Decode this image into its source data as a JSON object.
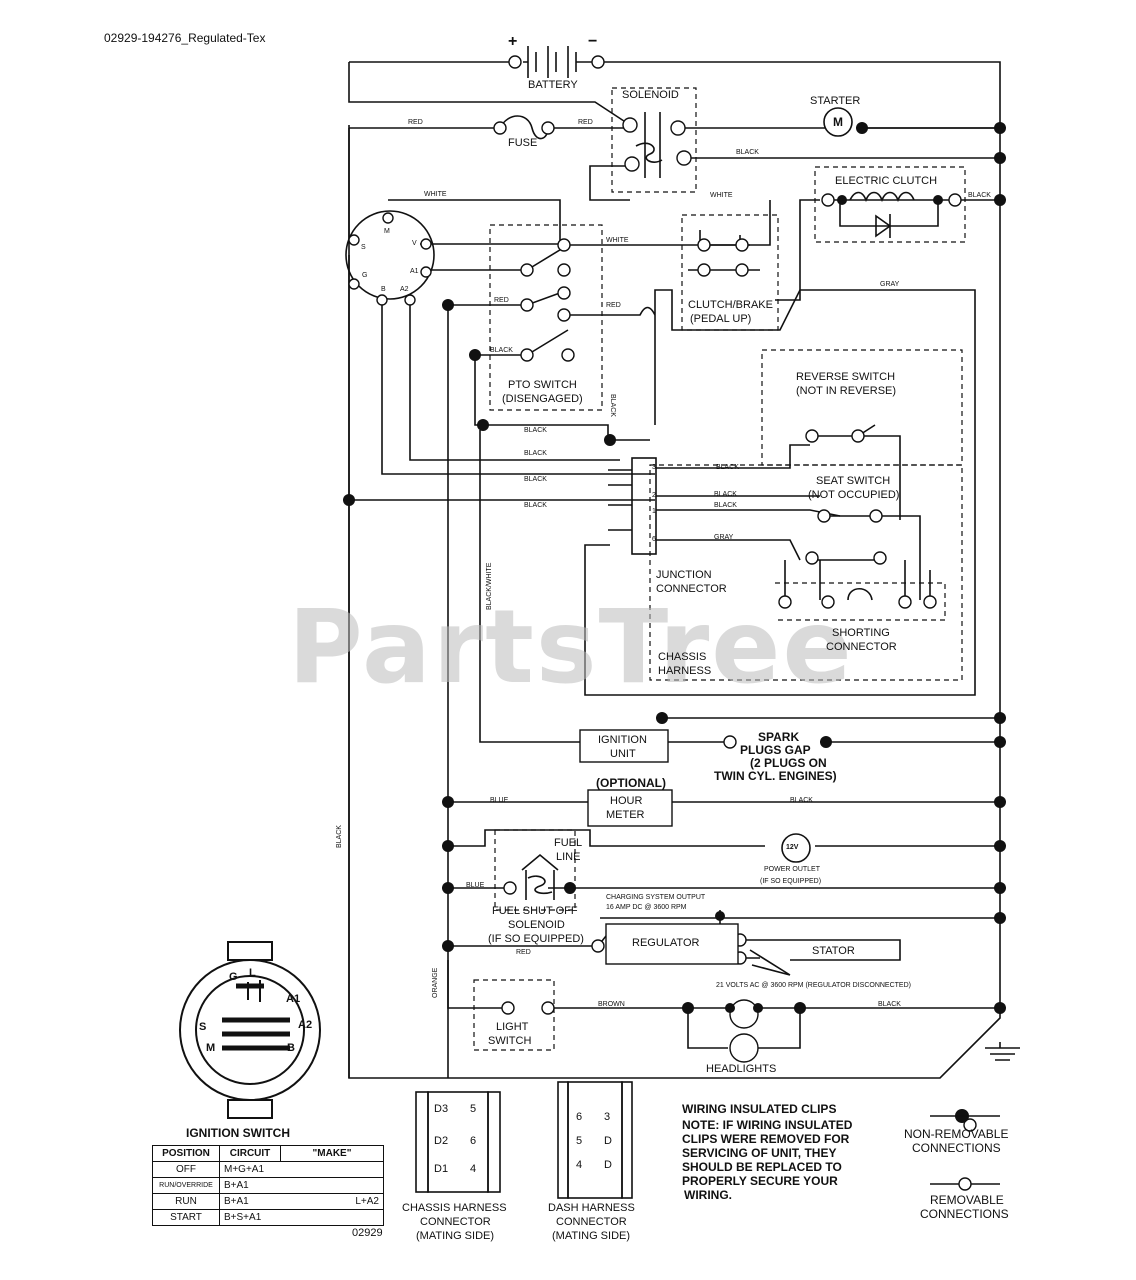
{
  "doc_id": "02929-194276_Regulated-Tex",
  "watermark": "PartsTree",
  "components": {
    "battery": "BATTERY",
    "battery_pos": "+",
    "battery_neg": "−",
    "solenoid": "SOLENOID",
    "starter": "STARTER",
    "starter_motor": "M",
    "fuse": "FUSE",
    "electric_clutch": "ELECTRIC CLUTCH",
    "clutch_brake_1": "CLUTCH/BRAKE",
    "clutch_brake_2": "(PEDAL UP)",
    "pto_switch_1": "PTO SWITCH",
    "pto_switch_2": "(DISENGAGED)",
    "reverse_switch_1": "REVERSE SWITCH",
    "reverse_switch_2": "(NOT IN REVERSE)",
    "seat_switch_1": "SEAT SWITCH",
    "seat_switch_2": "(NOT OCCUPIED)",
    "junction_1": "JUNCTION",
    "junction_2": "CONNECTOR",
    "shorting_1": "SHORTING",
    "shorting_2": "CONNECTOR",
    "chassis_1": "CHASSIS",
    "chassis_2": "HARNESS",
    "ignition_unit_1": "IGNITION",
    "ignition_unit_2": "UNIT",
    "spark_1": "SPARK",
    "spark_2": "PLUGS GAP",
    "spark_3": "(2 PLUGS ON",
    "spark_4": "TWIN CYL. ENGINES)",
    "optional": "(OPTIONAL)",
    "hour_meter_1": "HOUR",
    "hour_meter_2": "METER",
    "fuel_line_1": "FUEL",
    "fuel_line_2": "LINE",
    "power_outlet_symbol": "12V",
    "power_outlet_1": "POWER OUTLET",
    "power_outlet_2": "(IF SO EQUIPPED)",
    "fuel_solenoid_1": "FUEL SHUT OFF",
    "fuel_solenoid_2": "SOLENOID",
    "fuel_solenoid_3": "(IF SO EQUIPPED)",
    "charging_1": "CHARGING SYSTEM OUTPUT",
    "charging_2": "16 AMP DC @ 3600 RPM",
    "regulator": "REGULATOR",
    "stator": "STATOR",
    "stator_output": "21 VOLTS AC @ 3600 RPM (REGULATOR DISCONNECTED)",
    "light_switch_1": "LIGHT",
    "light_switch_2": "SWITCH",
    "headlights": "HEADLIGHTS"
  },
  "ignition_terminals": [
    "S",
    "V",
    "A1",
    "A2",
    "M",
    "G",
    "B"
  ],
  "junction_pins": [
    "3",
    "2",
    "1",
    "6"
  ],
  "wires": {
    "red": "RED",
    "white": "WHITE",
    "black": "BLACK",
    "gray": "GRAY",
    "blue": "BLUE",
    "orange": "ORANGE",
    "brown": "BROWN",
    "black_white": "BLACK/WHITE"
  },
  "switch_face": {
    "title": "IGNITION SWITCH",
    "terminals": [
      "G",
      "L",
      "A1",
      "A2",
      "S",
      "M",
      "B"
    ]
  },
  "switch_table": {
    "headers": [
      "POSITION",
      "CIRCUIT",
      "\"MAKE\""
    ],
    "rows": [
      [
        "OFF",
        "M+G+A1",
        ""
      ],
      [
        "RUN/OVERRIDE",
        "B+A1",
        ""
      ],
      [
        "RUN",
        "B+A1",
        "L+A2"
      ],
      [
        "START",
        "B+S+A1",
        ""
      ]
    ],
    "footnote": "02929"
  },
  "connectors": {
    "chassis_1": "CHASSIS HARNESS",
    "chassis_2": "CONNECTOR",
    "chassis_3": "(MATING SIDE)",
    "chassis_pins_left": [
      "D3",
      "D2",
      "D1"
    ],
    "chassis_pins_right": [
      "5",
      "6",
      "4"
    ],
    "dash_1": "DASH HARNESS",
    "dash_2": "CONNECTOR",
    "dash_3": "(MATING SIDE)",
    "dash_pins_left": [
      "6",
      "5",
      "4"
    ],
    "dash_pins_right": [
      "3",
      "D",
      "D"
    ]
  },
  "notes": {
    "clips_title": "WIRING INSULATED CLIPS",
    "clips_line_1": "NOTE: IF WIRING INSULATED",
    "clips_line_2": "CLIPS WERE REMOVED FOR",
    "clips_line_3": "SERVICING OF UNIT, THEY",
    "clips_line_4": "SHOULD BE REPLACED TO",
    "clips_line_5": "PROPERLY SECURE YOUR",
    "clips_line_6": "WIRING.",
    "legend_nonremovable_1": "NON-REMOVABLE",
    "legend_nonremovable_2": "CONNECTIONS",
    "legend_removable_1": "REMOVABLE",
    "legend_removable_2": "CONNECTIONS"
  }
}
